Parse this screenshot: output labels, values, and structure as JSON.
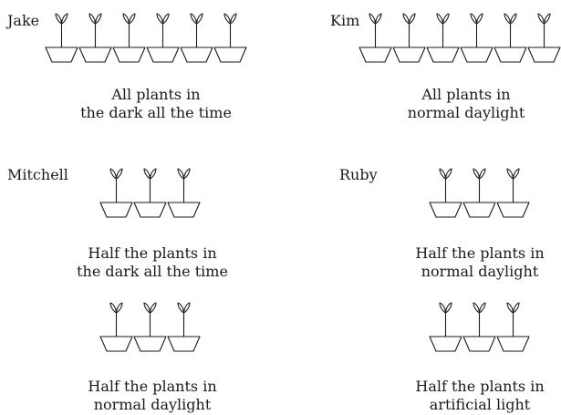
{
  "jake": {
    "name": "Jake",
    "plant_count": 6,
    "caption": [
      "All plants in",
      "the dark all the time"
    ]
  },
  "kim": {
    "name": "Kim",
    "plant_count": 6,
    "caption": [
      "All plants in",
      "normal daylight"
    ]
  },
  "mitchell": {
    "name": "Mitchell",
    "group1": {
      "plant_count": 3,
      "caption": [
        "Half the plants in",
        "the dark all the time"
      ]
    },
    "group2": {
      "plant_count": 3,
      "caption": [
        "Half the plants in",
        "normal daylight"
      ]
    }
  },
  "ruby": {
    "name": "Ruby",
    "group1": {
      "plant_count": 3,
      "caption": [
        "Half the plants in",
        "normal daylight"
      ]
    },
    "group2": {
      "plant_count": 3,
      "caption": [
        "Half the plants in",
        "artificial light"
      ]
    }
  }
}
